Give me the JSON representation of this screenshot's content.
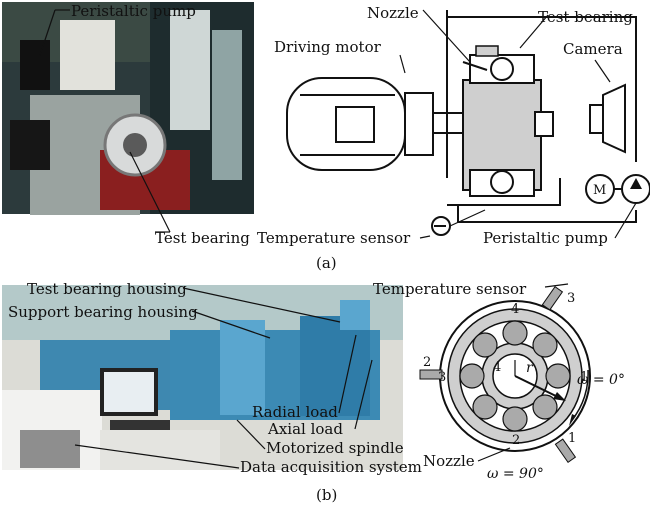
{
  "panel_a": {
    "caption": "(a)",
    "photo_labels": {
      "peristaltic_pump": "Peristaltic pump",
      "test_bearing": "Test bearing"
    },
    "schematic_labels": {
      "nozzle": "Nozzle",
      "test_bearing": "Test bearing",
      "driving_motor": "Driving motor",
      "camera": "Camera",
      "temperature_sensor": "Temperature sensor",
      "peristaltic_pump": "Peristaltic pump",
      "motor_symbol": "M"
    }
  },
  "panel_b": {
    "caption": "(b)",
    "photo_labels": {
      "test_bearing_housing": "Test bearing housing",
      "support_bearing_housing": "Support bearing housing",
      "radial_load": "Radial load",
      "axial_load": "Axial load",
      "motorized_spindle": "Motorized spindle",
      "data_acquisition_system": "Data acquisition system"
    },
    "bearing_labels": {
      "temperature_sensor": "Temperature sensor",
      "nozzle": "Nozzle",
      "omega_0": "ω = 0°",
      "omega_90": "ω = 90°",
      "radius": "r",
      "outer_marks": [
        "1",
        "2",
        "3"
      ],
      "inner_marks": [
        "1",
        "2",
        "3",
        "4"
      ],
      "inner_ring_mark": "4"
    }
  }
}
